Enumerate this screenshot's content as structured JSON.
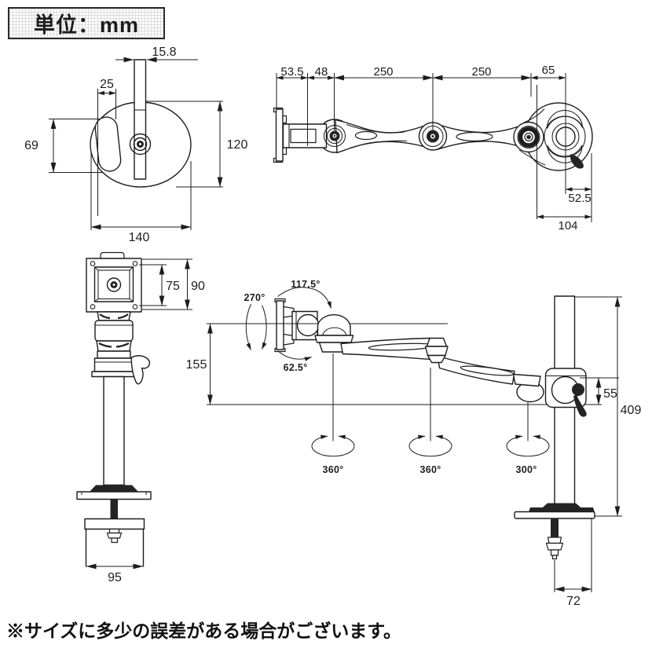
{
  "meta": {
    "unit_label": "単位：mm",
    "footnote": "※サイズに多少の誤差がある場合がございます。"
  },
  "colors": {
    "line": "#1d1d1d",
    "background": "#ffffff"
  },
  "base_top_view": {
    "pole_slot_width": "15.8",
    "side_slot_width": "25",
    "side_slot_height": "69",
    "base_depth": "120",
    "base_width": "140"
  },
  "arm_top_view": {
    "head_depth": "53.5",
    "head_bracket_length": "48",
    "upper_arm_length": "250",
    "forearm_length": "250",
    "elbow_to_pole": "65",
    "pole_hub_width": "52.5",
    "pole_base_width": "104"
  },
  "pole_front_view": {
    "vesa_inner": "75",
    "vesa_plate": "90",
    "clamp_width": "95"
  },
  "side_view": {
    "tilt_up": "117.5°",
    "pan_range": "270°",
    "tilt_down": "62.5°",
    "head_drop": "155",
    "arm_joint_height": "55",
    "pole_height": "409",
    "clamp_depth": "72",
    "swivel_head": "360°",
    "swivel_elbow": "360°",
    "swivel_base": "300°"
  }
}
